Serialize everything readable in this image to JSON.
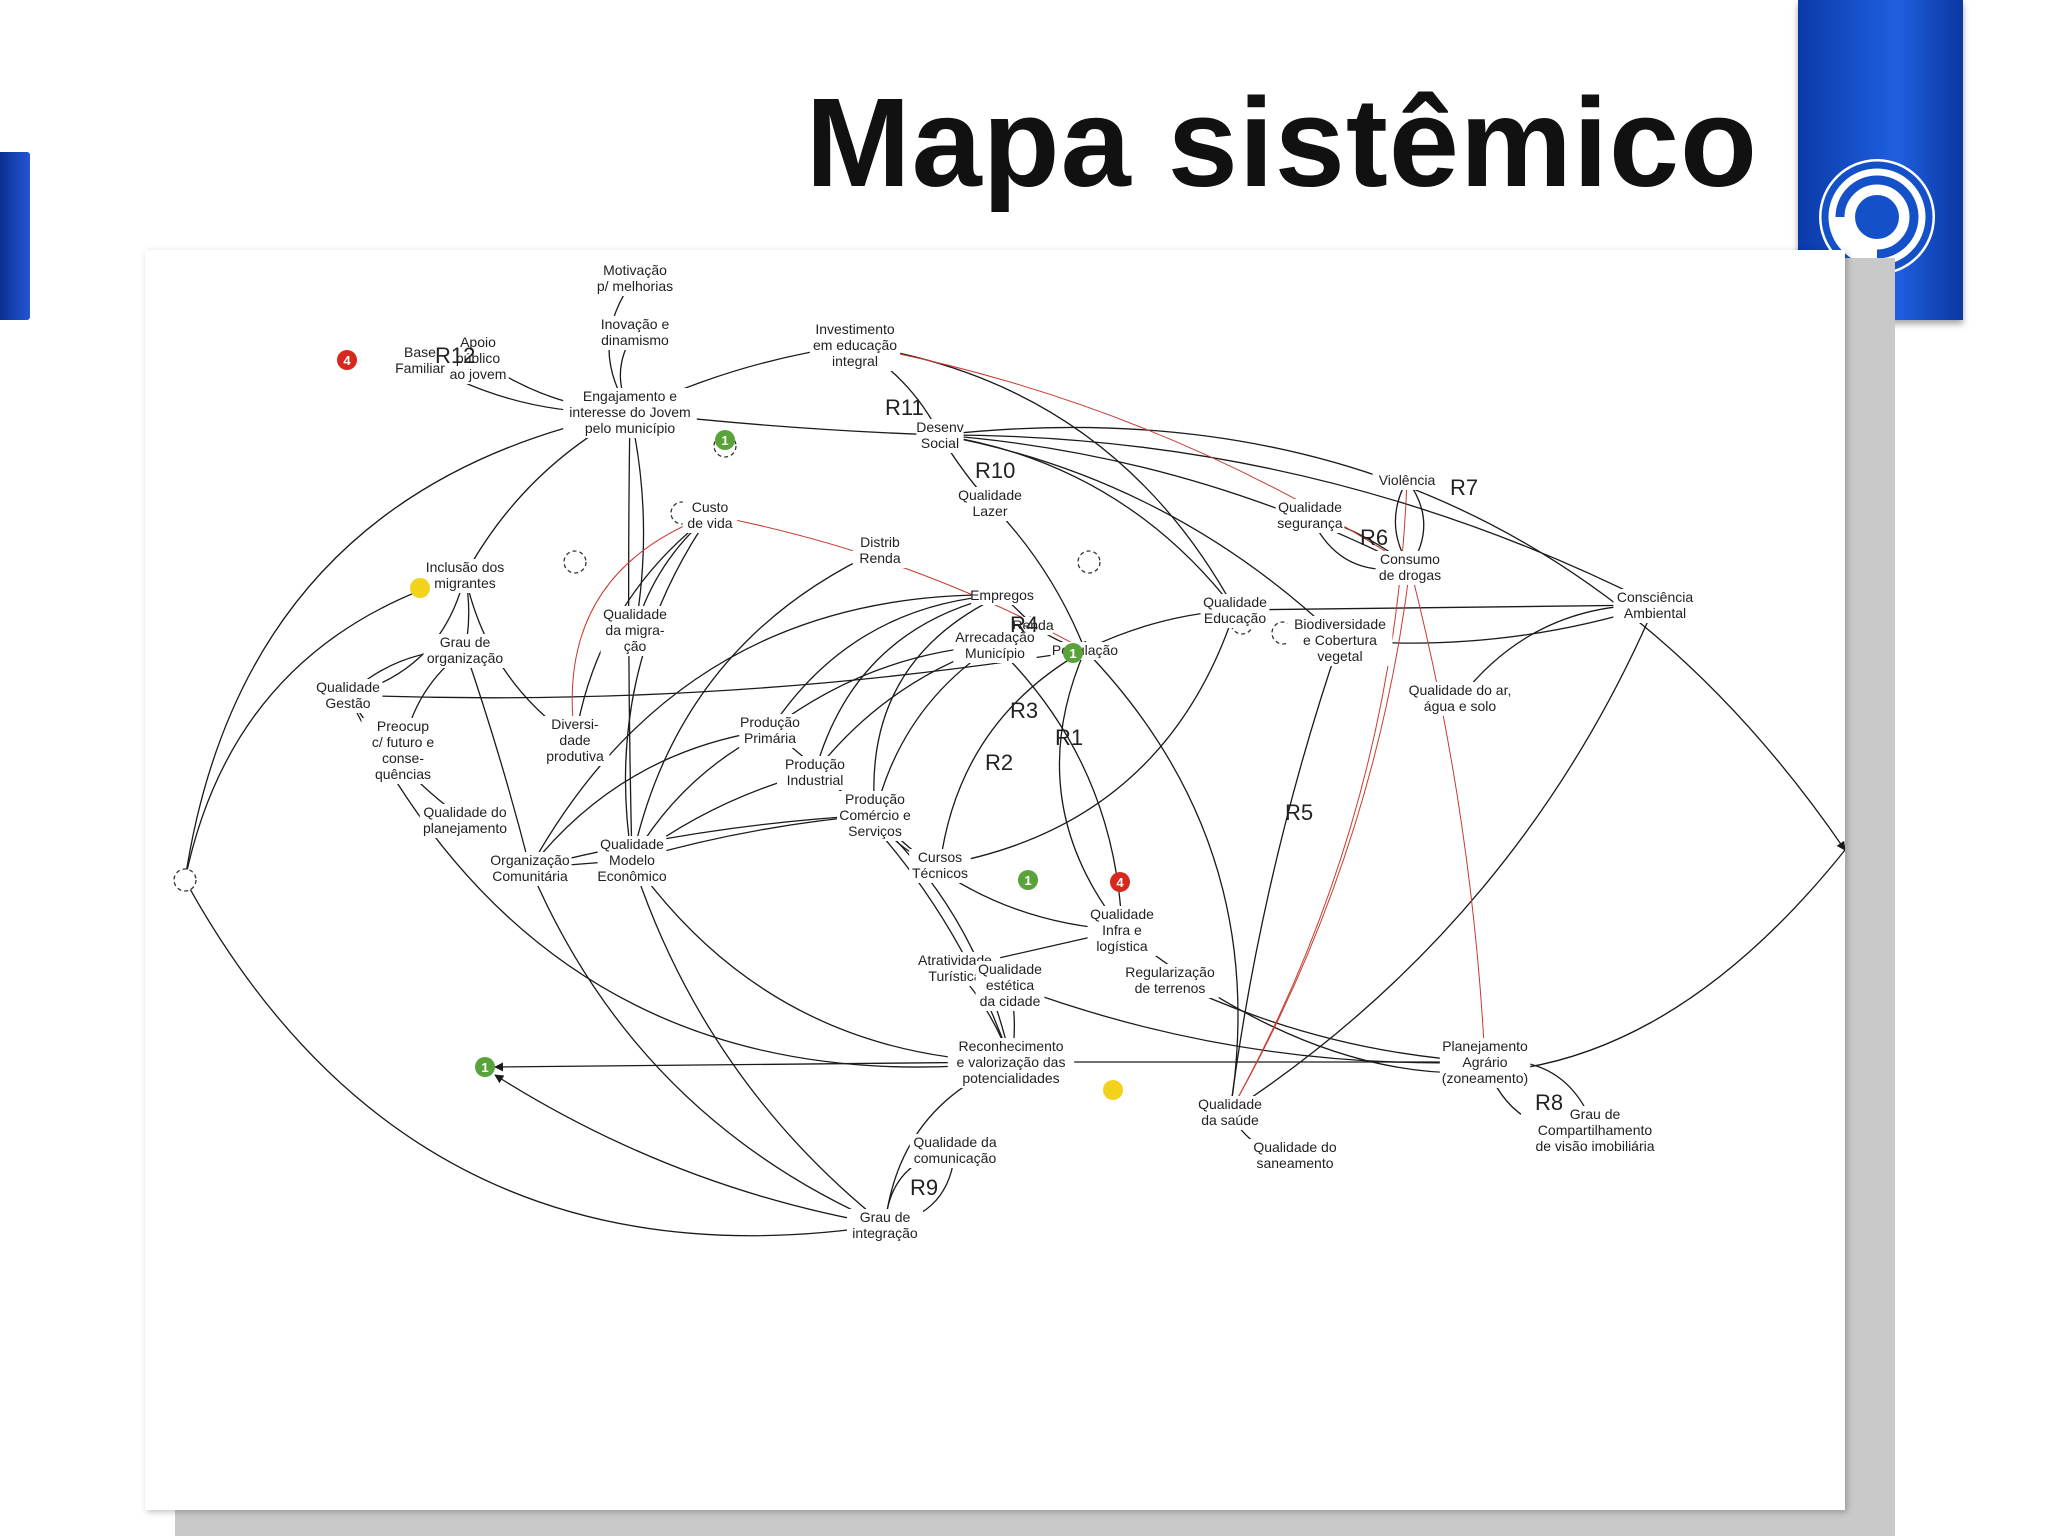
{
  "slide": {
    "title": "Mapa sistêmico"
  },
  "diagram": {
    "nodes": [
      {
        "id": "motivacao",
        "label": "Motivação\np/ melhorias"
      },
      {
        "id": "inovacao",
        "label": "Inovação e\ndinamismo"
      },
      {
        "id": "base_familiar",
        "label": "Base\nFamiliar"
      },
      {
        "id": "apoio_publico",
        "label": "Apoio\npúblico\nao jovem"
      },
      {
        "id": "engajamento",
        "label": "Engajamento e\ninteresse do Jovem\npelo município"
      },
      {
        "id": "investimento",
        "label": "Investimento\nem educação\nintegral"
      },
      {
        "id": "desenv_social",
        "label": "Desenv\nSocial"
      },
      {
        "id": "qualidade_lazer",
        "label": "Qualidade\nLazer"
      },
      {
        "id": "custo_vida",
        "label": "Custo\nde vida"
      },
      {
        "id": "distrib_renda",
        "label": "Distrib\nRenda"
      },
      {
        "id": "violencia",
        "label": "Violência"
      },
      {
        "id": "qualidade_seguranca",
        "label": "Qualidade\nsegurança"
      },
      {
        "id": "consumo_drogas",
        "label": "Consumo\nde drogas"
      },
      {
        "id": "inclusao_migrantes",
        "label": "Inclusão dos\nmigrantes"
      },
      {
        "id": "empregos",
        "label": "Empregos"
      },
      {
        "id": "renda",
        "label": "Renda"
      },
      {
        "id": "qualidade_educacao",
        "label": "Qualidade\nEducação"
      },
      {
        "id": "consciencia_ambiental",
        "label": "Consciência\nAmbiental"
      },
      {
        "id": "grau_organizacao",
        "label": "Grau de\norganização"
      },
      {
        "id": "qualidade_migracao",
        "label": "Qualidade\nda migra-\nção"
      },
      {
        "id": "arrecadacao",
        "label": "Arrecadação\nMunicípio"
      },
      {
        "id": "populacao",
        "label": "População"
      },
      {
        "id": "biodiversidade",
        "label": "Biodiversidade\ne Cobertura\nvegetal"
      },
      {
        "id": "qualidade_ar",
        "label": "Qualidade do ar,\nágua e solo"
      },
      {
        "id": "qualidade_gestao",
        "label": "Qualidade\nGestão"
      },
      {
        "id": "producao_primaria",
        "label": "Produção\nPrimária"
      },
      {
        "id": "diversidade",
        "label": "Diversi-\ndade\nprodutiva"
      },
      {
        "id": "preocup",
        "label": "Preocup\nc/ futuro e\nconse-\nquências"
      },
      {
        "id": "producao_industrial",
        "label": "Produção\nIndustrial"
      },
      {
        "id": "producao_comercio",
        "label": "Produção\nComércio e\nServiços"
      },
      {
        "id": "qualidade_planejamento",
        "label": "Qualidade do\nplanejamento"
      },
      {
        "id": "organizacao",
        "label": "Organização\nComunitária"
      },
      {
        "id": "qualidade_modelo",
        "label": "Qualidade\nModelo\nEconômico"
      },
      {
        "id": "cursos",
        "label": "Cursos\nTécnicos"
      },
      {
        "id": "qualidade_infra",
        "label": "Qualidade\nInfra e\nlogística"
      },
      {
        "id": "atratividade",
        "label": "Atratividade\nTurística"
      },
      {
        "id": "qualidade_estetica",
        "label": "Qualidade\nestética\nda cidade"
      },
      {
        "id": "regularizacao",
        "label": "Regularização\nde terrenos"
      },
      {
        "id": "reconhecimento",
        "label": "Reconhecimento\ne valorização das\npotencialidades"
      },
      {
        "id": "planejamento_agrario",
        "label": "Planejamento\nAgrário\n(zoneamento)"
      },
      {
        "id": "qualidade_saude",
        "label": "Qualidade\nda saúde"
      },
      {
        "id": "grau_compartilhamento",
        "label": "Grau de\nCompartilhamento\nde visão imobiliária"
      },
      {
        "id": "qualidade_saneamento",
        "label": "Qualidade do\nsaneamento"
      },
      {
        "id": "qualidade_comunicacao",
        "label": "Qualidade da\ncomunicação"
      },
      {
        "id": "grau_integracao",
        "label": "Grau de\nintegração"
      }
    ],
    "loops": [
      "R12",
      "R11",
      "R10",
      "R7",
      "R6",
      "R4",
      "R3",
      "R1",
      "R2",
      "R5",
      "R8",
      "R9"
    ],
    "markers": [
      {
        "id": "m_red_top",
        "label": "4",
        "color": "#d6281e"
      },
      {
        "id": "m_green_engaj",
        "label": "1",
        "color": "#5aa33a"
      },
      {
        "id": "m_green_arrec",
        "label": "1",
        "color": "#5aa33a"
      },
      {
        "id": "m_green_infra",
        "label": "1",
        "color": "#5aa33a"
      },
      {
        "id": "m_red_infra",
        "label": "4",
        "color": "#d6281e"
      },
      {
        "id": "m_green_bottom",
        "label": "1",
        "color": "#5aa33a"
      },
      {
        "id": "m_yellow_inclusao",
        "label": "",
        "color": "#f2d21a"
      },
      {
        "id": "m_yellow_bottom",
        "label": "",
        "color": "#f2d21a"
      }
    ],
    "colors": {
      "link": "#1a1a1a",
      "reinforcing_red": "#c83a2e",
      "brand_blue": "#1450c8"
    }
  }
}
